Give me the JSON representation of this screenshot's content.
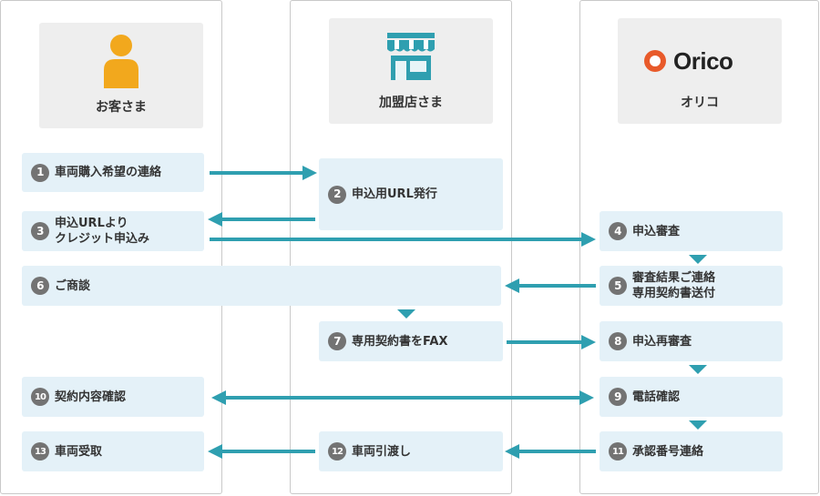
{
  "lanes": {
    "customer": {
      "label": "お客さま",
      "icon": "person-icon"
    },
    "dealer": {
      "label": "加盟店さま",
      "icon": "store-icon"
    },
    "orico": {
      "label": "オリコ",
      "logo_text": "Orico",
      "icon": "orico-logo-icon"
    }
  },
  "steps": {
    "s1": {
      "num": "1",
      "text": "車両購入希望の連絡"
    },
    "s2": {
      "num": "2",
      "text": "申込用URL発行"
    },
    "s3": {
      "num": "3",
      "text": "申込URLより\nクレジット申込み"
    },
    "s4": {
      "num": "4",
      "text": "申込審査"
    },
    "s5": {
      "num": "5",
      "text": "審査結果ご連絡\n専用契約書送付"
    },
    "s6": {
      "num": "6",
      "text": "ご商談"
    },
    "s7": {
      "num": "7",
      "text": "専用契約書をFAX"
    },
    "s8": {
      "num": "8",
      "text": "申込再審査"
    },
    "s9": {
      "num": "9",
      "text": "電話確認"
    },
    "s10": {
      "num": "10",
      "text": "契約内容確認"
    },
    "s11": {
      "num": "11",
      "text": "承認番号連絡"
    },
    "s12": {
      "num": "12",
      "text": "車両引渡し"
    },
    "s13": {
      "num": "13",
      "text": "車両受取"
    }
  },
  "colors": {
    "arrow": "#2f9fb0",
    "step_bg": "#e4f1f8",
    "actor_bg": "#eeeeee",
    "badge": "#737373",
    "person": "#f2a81d",
    "store": "#2f9fb0",
    "orico": "#e85a2a"
  }
}
